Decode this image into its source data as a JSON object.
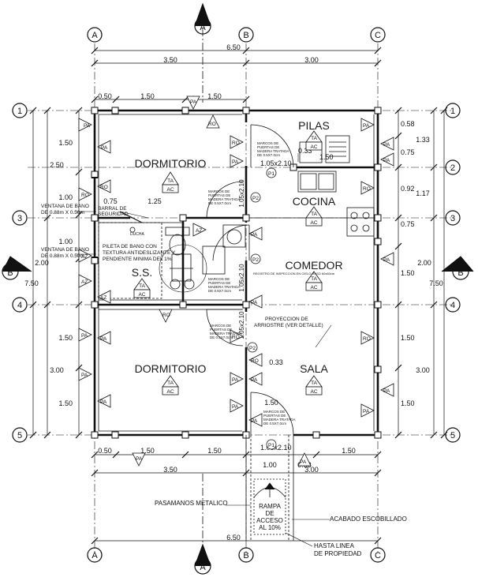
{
  "colors": {
    "ink": "#111111",
    "text_dark": "#1a1a1a",
    "tag_fill": "#ffffff"
  },
  "grid": {
    "columns": [
      "A",
      "B",
      "C"
    ],
    "rows": [
      "1",
      "2",
      "3",
      "4",
      "5"
    ],
    "section": [
      "A",
      "B"
    ]
  },
  "dimensions": {
    "total_width": "6.50",
    "span_ab": "3.50",
    "span_bc": "3.00",
    "top_sub": [
      "0.50",
      "1.50",
      "1.50"
    ],
    "bottom_sub": [
      "0.50",
      "1.50",
      "1.50",
      "1.50"
    ],
    "bottom_door": "1.00",
    "bottom_door_offset": "0.33",
    "left_outer": [
      "2.50",
      "3.00"
    ],
    "left_inner": [
      "1.50",
      "1.00",
      "1.00",
      "1.50",
      "1.50"
    ],
    "left_mid": "2.00",
    "left_total": "7.50",
    "right_inner": [
      "0.58",
      "0.75",
      "0.92",
      "0.75",
      "1.50",
      "1.50",
      "1.50"
    ],
    "right_outer": [
      "1.33",
      "1.17",
      "2.00",
      "3.00"
    ],
    "right_total": "7.50",
    "ss_w1": "0.75",
    "ss_w2": "1.25",
    "door_w": "1.05x2.10",
    "door_w2": "1.05x2.10",
    "door_w3": "1.05x2.10",
    "pilas_w": "1.50",
    "pilas_h": "0.33",
    "sala_d": "0.33",
    "sala_w": "1.50",
    "cocina_win": "1.00",
    "comedor_dim": "1.50"
  },
  "rooms": {
    "dormitorio1": "DORMITORIO",
    "dormitorio2": "DORMITORIO",
    "pilas": "PILAS",
    "cocina": "COCINA",
    "comedor": "COMEDOR",
    "ss": "S.S.",
    "sala": "SALA"
  },
  "tags": {
    "pa": "PA",
    "ta": "TA",
    "ac": "AC",
    "ro": "RO",
    "az": "AZ",
    "p1": "P1",
    "p2": "P2"
  },
  "notes": {
    "ventana1": [
      "VENTANA DE BANO",
      "DE 0.88m X 0.50m"
    ],
    "ventana2": [
      "VENTANA DE BANO",
      "DE 0.88m X 0.50m"
    ],
    "barral": [
      "BARRAL DE",
      "SEGURIDAD"
    ],
    "ducha": "DUCHA",
    "pileta": [
      "PILETA DE BANO CON",
      "TEXTURA ANTIDESLIZANTE Y",
      "PENDIENTE MINIMA DEL 1%"
    ],
    "marcos": [
      "MARCOS DE",
      "PUERTAS DE",
      "MADERA TRATADA",
      "DE 0.5X7.0cm"
    ],
    "registro": "REGISTRO DE INSPECCION EN CIELO RASO 60x60cm",
    "proyeccion": [
      "PROYECCION DE",
      "ARRIOSTRE (VER DETALLE)"
    ],
    "pasamanos": "PASAMANOS METALICO",
    "rampa": [
      "RAMPA",
      "DE",
      "ACCESO",
      "AL 10%"
    ],
    "acabado": "ACABADO ESCOBILLADO",
    "hasta": [
      "HASTA LINEA",
      "DE PROPIEDAD"
    ]
  }
}
